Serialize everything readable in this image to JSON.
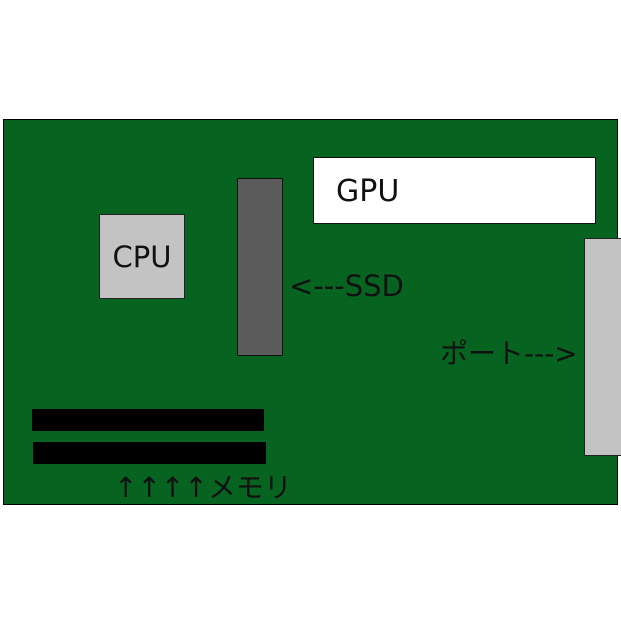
{
  "labels": {
    "cpu": "CPU",
    "gpu": "GPU",
    "ssd": "<---SSD",
    "port": "ポート--->",
    "memory": "↑↑↑↑メモリ"
  },
  "colors": {
    "board": "#066420",
    "cpu": "#c3c3c3",
    "ssd": "#5b5b5b",
    "gpu": "#ffffff",
    "port": "#c3c3c3",
    "memory": "#000000"
  }
}
